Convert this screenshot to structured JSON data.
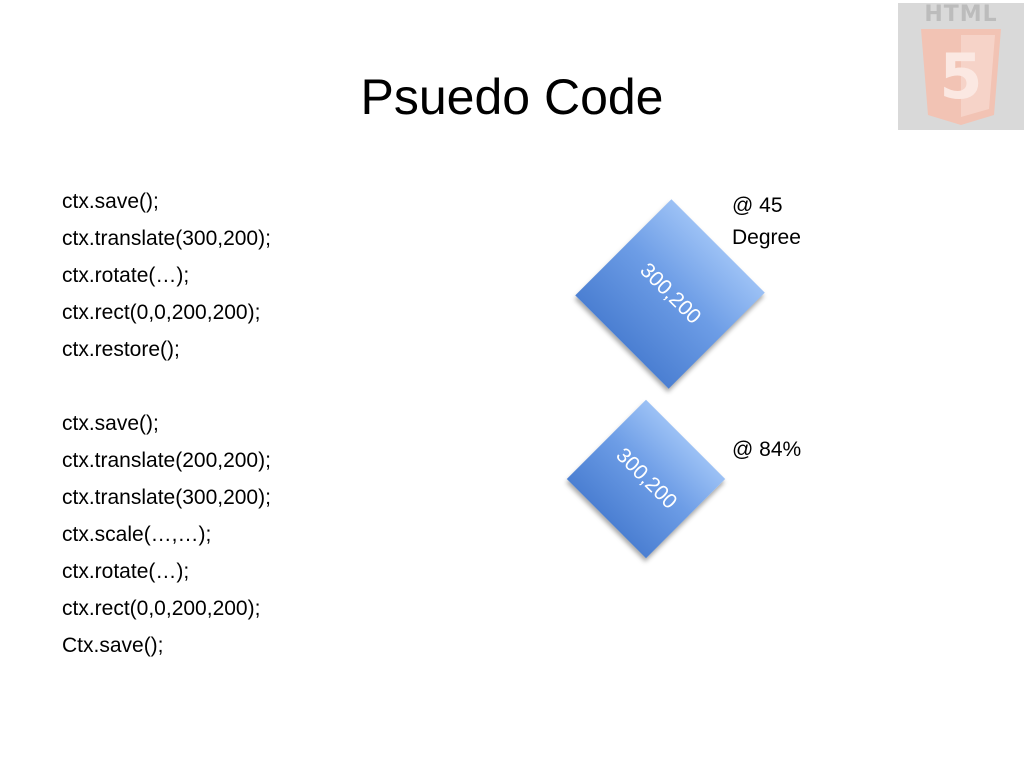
{
  "slide": {
    "title": "Psuedo Code",
    "code_lines": [
      "ctx.save();",
      "ctx.translate(300,200);",
      "ctx.rotate(…);",
      "ctx.rect(0,0,200,200);",
      "ctx.restore();",
      "",
      "ctx.save();",
      "ctx.translate(200,200);",
      "ctx.translate(300,200);",
      "ctx.scale(…,…);",
      "ctx.rotate(…);",
      "ctx.rect(0,0,200,200);",
      "Ctx.save();"
    ],
    "logo": {
      "text": "HTML",
      "badge": "5",
      "icon": "html5-logo"
    },
    "shapes": [
      {
        "label": "300,200",
        "note": "@ 45 Degree",
        "rotation_deg": 45
      },
      {
        "label": "300,200",
        "note": "@ 84%",
        "scale_percent": 84
      }
    ],
    "colors": {
      "shape_light": "#9cc1f5",
      "shape_dark": "#4b7fd2",
      "logo_background": "#d9d9d9",
      "logo_shield": "#f2c3b4"
    }
  }
}
